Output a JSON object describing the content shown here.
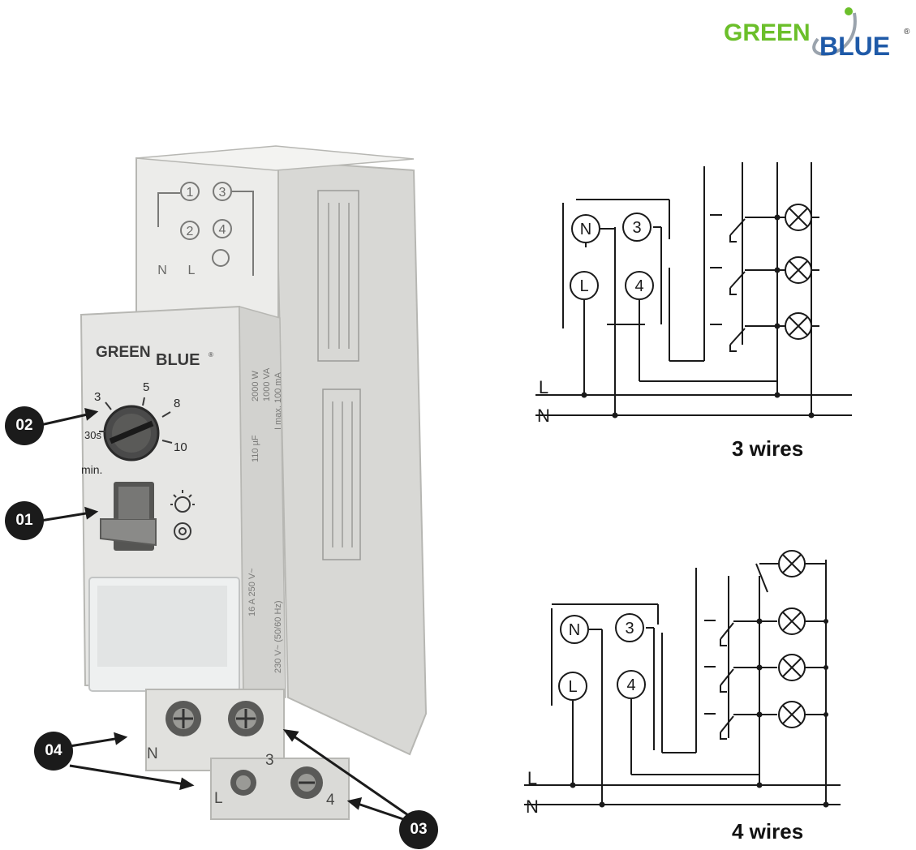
{
  "brand": {
    "green": "GREEN",
    "blue": "BLUE",
    "reg": "®"
  },
  "colors": {
    "brand_green": "#6bbf2a",
    "brand_blue": "#1f5aa8",
    "device_body": "#e6e6e4",
    "device_shadow": "#c9c9c6",
    "callout": "#1b1b1b"
  },
  "device": {
    "top_labels": {
      "t1": "1",
      "t2": "2",
      "t3": "3",
      "t4": "4",
      "n": "N",
      "l": "L"
    },
    "dial": {
      "m3": "3",
      "m5": "5",
      "m8": "8",
      "m10": "10",
      "m30s": "30s",
      "min": "min."
    },
    "side_text_1": "2000 W",
    "side_text_2": "1000 VA",
    "side_text_3": "I max. 100 mA",
    "side_text_4": "110 µF",
    "side_text_5": "16 A 250 V~",
    "side_text_6": "230 V~ (50/60 Hz)",
    "terminals": {
      "n": "N",
      "l": "L",
      "t3": "3",
      "t4": "4"
    }
  },
  "callouts": {
    "c01": "01",
    "c02": "02",
    "c03": "03",
    "c04": "04"
  },
  "diagram_top": {
    "n": "N",
    "l": "L",
    "t3": "3",
    "t4": "4",
    "line_l": "L",
    "line_n": "N",
    "caption": "3 wires"
  },
  "diagram_bottom": {
    "n": "N",
    "l": "L",
    "t3": "3",
    "t4": "4",
    "line_l": "L",
    "line_n": "N",
    "caption": "4 wires"
  }
}
